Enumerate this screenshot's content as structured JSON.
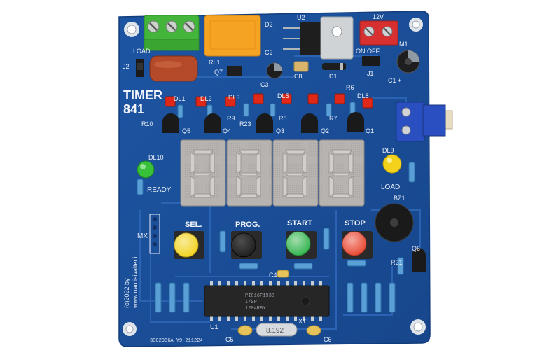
{
  "board": {
    "title": "TIMER",
    "model": "841",
    "credit": "(c)2022 by",
    "website": "www.narcisivalter.it",
    "serial": "3302036A_Y9-211224"
  },
  "labels": {
    "load_top": "LOAD",
    "rl1": "RL1",
    "u2": "U2",
    "d2": "D2",
    "c2": "C2",
    "v12": "12V",
    "on_off": "ON  OFF",
    "m1": "M1",
    "j2": "J2",
    "q7": "Q7",
    "c3": "C3",
    "c8": "C8",
    "d1": "D1",
    "j1": "J1",
    "c1": "C1 +",
    "r6": "R6",
    "r7": "R7",
    "r8": "R8",
    "r9": "R9",
    "r10": "R10",
    "r23": "R23",
    "r21": "R21",
    "dl1": "DL1",
    "dl2": "DL2",
    "dl3": "DL3",
    "dl5": "DL5",
    "dl8": "DL8",
    "dl9": "DL9",
    "dl10": "DL10",
    "q1": "Q1",
    "q2": "Q2",
    "q3": "Q3",
    "q4": "Q4",
    "q5": "Q5",
    "q6": "Q6",
    "mx": "MX",
    "bz1": "BZ1",
    "ready": "READY",
    "load": "LOAD",
    "sel": "SEL.",
    "prog": "PROG.",
    "start": "START",
    "stop": "STOP",
    "c4": "C4",
    "c5": "C5",
    "c6": "C6",
    "u1": "U1",
    "xt": "XT"
  },
  "chips": {
    "u1_line1": "PIC16F1938",
    "u1_line2": "I/SP",
    "u1_line3": "1204RBY",
    "crystal": "8.192"
  },
  "colors": {
    "pcb": "#1b4f9a",
    "pcb_edge": "#17468b",
    "silk": "#e9eef7",
    "display": "#b9b5b2",
    "btn_sel": "#f2d21a",
    "btn_prog": "#1c1c1c",
    "btn_start": "#2fb34a",
    "btn_stop": "#e8432d",
    "led_red": "#e02818",
    "led_green": "#38c03a",
    "led_yellow": "#f4d21c",
    "terminal_green": "#43b53a",
    "terminal_red": "#d83030",
    "terminal_blue": "#2a4fc0",
    "relay": "#f4a323"
  }
}
